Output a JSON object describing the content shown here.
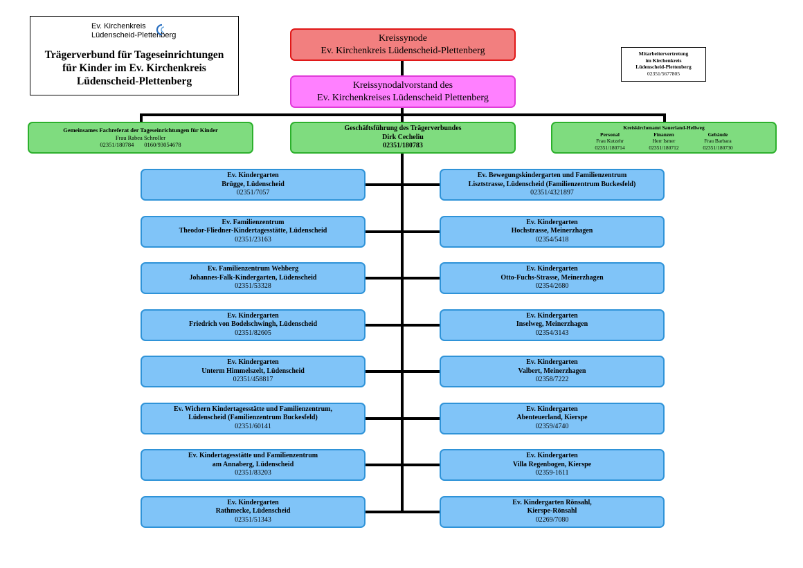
{
  "header": {
    "logo_line1": "Ev. Kirchenkreis",
    "logo_line2": "Lüdenscheid-Plettenberg",
    "title": [
      "Trägerverbund für Tageseinrichtungen",
      "für Kinder im Ev. Kirchenkreis",
      "Lüdenscheid-Plettenberg"
    ]
  },
  "mav": [
    "Mitarbeitervertretung",
    "im Kirchenkreis",
    "Lüdenscheid-Plettenberg",
    "02351/5677805"
  ],
  "synode": [
    "Kreissynode",
    "Ev. Kirchenkreis Lüdenscheid-Plettenberg"
  ],
  "vorstand": [
    "Kreissynodalvorstand des",
    "Ev. Kirchenkreises Lüdenscheid Plettenberg"
  ],
  "fachreferat": [
    "Gemeinsames Fachreferat der Tageseinrichtungen für Kinder",
    "Frau Rabea Schroller",
    "02351/180784       0160/93054678"
  ],
  "geschaeftsfuehrung": [
    "Geschäftsführung des Trägerverbundes",
    "Dirk Cecheliu",
    "02351/180783"
  ],
  "kirchenamt": {
    "title": "Kreiskirchenamt Sauerland-Hellweg",
    "columns": [
      {
        "head": "Personal",
        "name": "Frau Kutzehr",
        "phone": "02351/180714"
      },
      {
        "head": "Finanzen",
        "name": "Herr Ismer",
        "phone": "02351/180712"
      },
      {
        "head": "Gebäude",
        "name": "Frau Barbara",
        "phone": "02351/180730"
      }
    ]
  },
  "left": [
    [
      "Ev. Kindergarten",
      "Brügge, Lüdenscheid",
      "02351/7057"
    ],
    [
      "Ev. Familienzentrum",
      "Theodor-Fliedner-Kindertagesstätte, Lüdenscheid",
      "02351/23163"
    ],
    [
      "Ev. Familienzentrum Wehberg",
      "Johannes-Falk-Kindergarten, Lüdenscheid",
      "02351/53328"
    ],
    [
      "Ev. Kindergarten",
      "Friedrich von Bodelschwingh, Lüdenscheid",
      "02351/82605"
    ],
    [
      "Ev. Kindergarten",
      "Unterm Himmelszelt, Lüdenscheid",
      "02351/458817"
    ],
    [
      "Ev. Wichern Kindertagesstätte und Familienzentrum,",
      "Lüdenscheid (Familienzentrum Buckesfeld)",
      "02351/60141"
    ],
    [
      "Ev. Kindertagesstätte und Familienzentrum",
      "am Annaberg, Lüdenscheid",
      "02351/83203"
    ],
    [
      "Ev. Kindergarten",
      "Rathmecke, Lüdenscheid",
      "02351/51343"
    ]
  ],
  "right": [
    [
      "Ev. Bewegungskindergarten und Familienzentrum",
      "Lisztstrasse, Lüdenscheid (Familienzentrum Buckesfeld)",
      "02351/4321897"
    ],
    [
      "Ev. Kindergarten",
      "Hochstrasse, Meinerzhagen",
      "02354/5418"
    ],
    [
      "Ev. Kindergarten",
      "Otto-Fuchs-Strasse, Meinerzhagen",
      "02354/2680"
    ],
    [
      "Ev. Kindergarten",
      "Inselweg, Meinerzhagen",
      "02354/3143"
    ],
    [
      "Ev. Kindergarten",
      "Valbert, Meinerzhagen",
      "02358/7222"
    ],
    [
      "Ev. Kindergarten",
      "Abenteuerland, Kierspe",
      "02359/4740"
    ],
    [
      "Ev. Kindergarten",
      "Villa Regenbogen, Kierspe",
      "02359-1611"
    ],
    [
      "Ev. Kindergarten  Rönsahl,",
      "Kierspe-Rönsahl",
      "02269/7080"
    ]
  ]
}
